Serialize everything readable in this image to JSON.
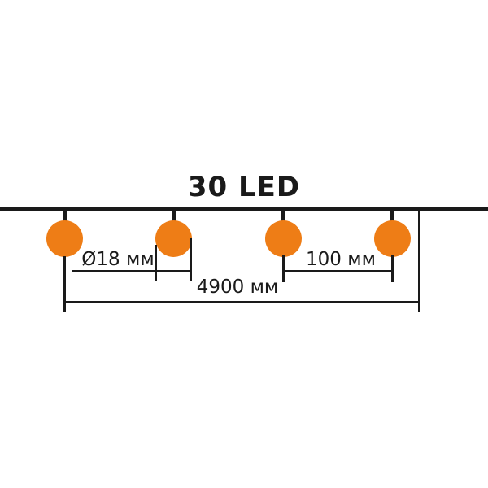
{
  "title": "30 LED",
  "labels": {
    "bulb_diameter": "Ø18 мм",
    "bulb_spacing": "100 мм",
    "total_length": "4900 мм"
  },
  "colors": {
    "bulb": "#ee7d16",
    "line": "#1a1a1a",
    "text": "#1a1a1a",
    "background": "#ffffff"
  },
  "bulbs_shown": 4
}
